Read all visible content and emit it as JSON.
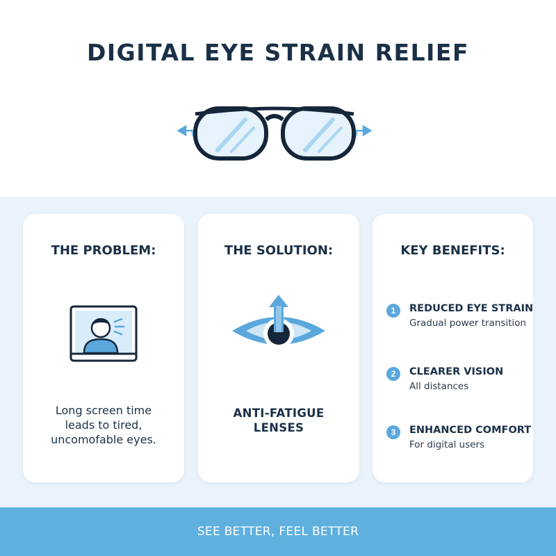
{
  "header": {
    "title": "DIGITAL EYE STRAIN RELIEF"
  },
  "cards": {
    "problem": {
      "title": "THE PROBLEM:",
      "lines": [
        "Long screen time",
        "leads to tired,",
        "uncomofable eyes."
      ]
    },
    "solution": {
      "title": "THE SOLUTION:",
      "lines": [
        "ANTI-FATIGUE",
        "LENSES"
      ]
    },
    "benefits": {
      "title": "KEY BENEFITS:",
      "items": [
        {
          "num": "1",
          "title": "REDUCED EYE STRAIN",
          "sub": "Gradual power transition"
        },
        {
          "num": "2",
          "title": "CLEARER VISION",
          "sub": "All distances"
        },
        {
          "num": "3",
          "title": "ENHANCED COMFORT",
          "sub": "For digital users"
        }
      ]
    }
  },
  "footer": {
    "text": "SEE BETTER, FEEL BETTER"
  },
  "colors": {
    "navy": "#1b3047",
    "accent": "#5fb0de",
    "band": "#eaf3fb"
  },
  "icons": [
    "glasses-icon",
    "monitor-user-icon",
    "eye-arrow-icon"
  ]
}
